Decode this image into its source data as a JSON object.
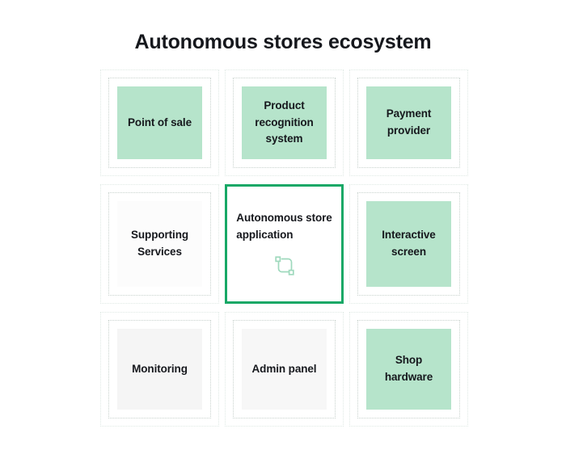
{
  "page": {
    "title": "Autonomous stores ecosystem",
    "background_color": "#ffffff",
    "text_color": "#16181d"
  },
  "theme": {
    "green_fill": "#b6e4cb",
    "green_border": "#17a866",
    "neutral_fill_light": "#fcfcfc",
    "neutral_fill": "#f5f5f5",
    "dotted_outer": "#dfe9e4",
    "dotted_inner": "#c8d2cd",
    "icon_color": "#9fd9bd"
  },
  "diagram": {
    "type": "grid",
    "rows": 3,
    "columns": 3,
    "cells": [
      {
        "id": "point-of-sale",
        "label": "Point of sale",
        "fill": "#b6e4cb",
        "highlighted": false,
        "row": 1,
        "column": 1
      },
      {
        "id": "product-recognition-system",
        "label": "Product\nrecognition\nsystem",
        "fill": "#b6e4cb",
        "highlighted": false,
        "row": 1,
        "column": 2
      },
      {
        "id": "payment-provider",
        "label": "Payment\nprovider",
        "fill": "#b6e4cb",
        "highlighted": false,
        "row": 1,
        "column": 3
      },
      {
        "id": "supporting-services",
        "label": "Supporting\nServices",
        "fill": "#fcfcfc",
        "highlighted": false,
        "row": 2,
        "column": 1
      },
      {
        "id": "autonomous-store-application",
        "label": "Autonomous store\napplication",
        "fill": "#ffffff",
        "highlighted": true,
        "icon": "transform-handles-icon",
        "row": 2,
        "column": 2
      },
      {
        "id": "interactive-screen",
        "label": "Interactive\nscreen",
        "fill": "#b6e4cb",
        "highlighted": false,
        "row": 2,
        "column": 3
      },
      {
        "id": "monitoring",
        "label": "Monitoring",
        "fill": "#f5f5f5",
        "highlighted": false,
        "row": 3,
        "column": 1
      },
      {
        "id": "admin-panel",
        "label": "Admin panel",
        "fill": "#f7f7f7",
        "highlighted": false,
        "row": 3,
        "column": 2
      },
      {
        "id": "shop-hardware",
        "label": "Shop\nhardware",
        "fill": "#b6e4cb",
        "highlighted": false,
        "row": 3,
        "column": 3
      }
    ]
  }
}
